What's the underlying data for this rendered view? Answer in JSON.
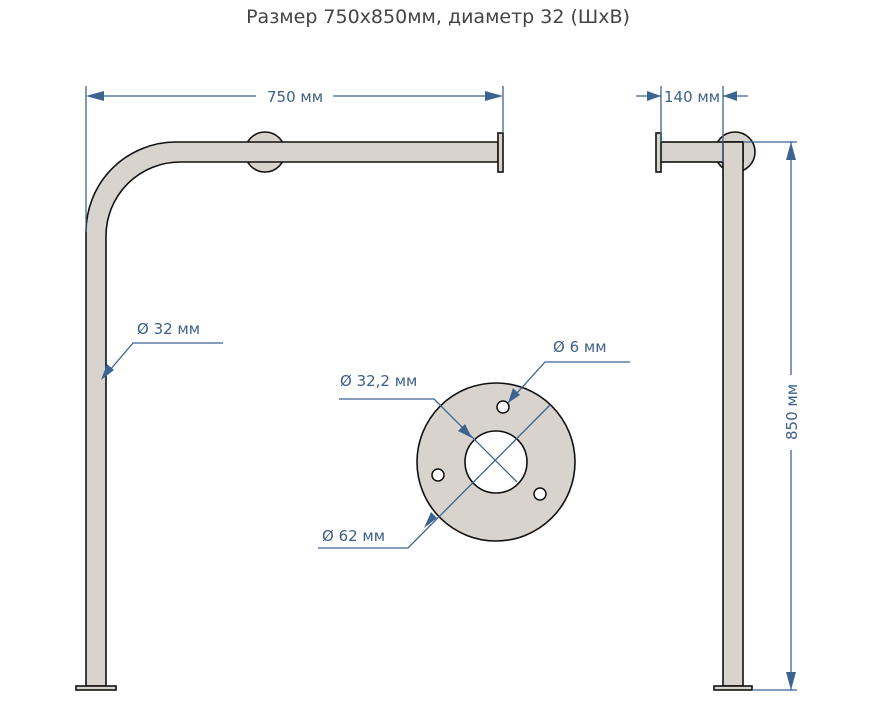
{
  "title": "Размер 750х850мм, диаметр 32 (ШхВ)",
  "dimensions": {
    "width": "750 мм",
    "offset": "140 мм",
    "height": "850 мм",
    "pipe_diameter": "Ø 32 мм",
    "flange_inner": "Ø 32,2 мм",
    "flange_outer": "Ø 62 мм",
    "hole": "Ø 6 мм"
  },
  "colors": {
    "pipe": "#d8d3cd",
    "dimension": "#3d6491"
  }
}
